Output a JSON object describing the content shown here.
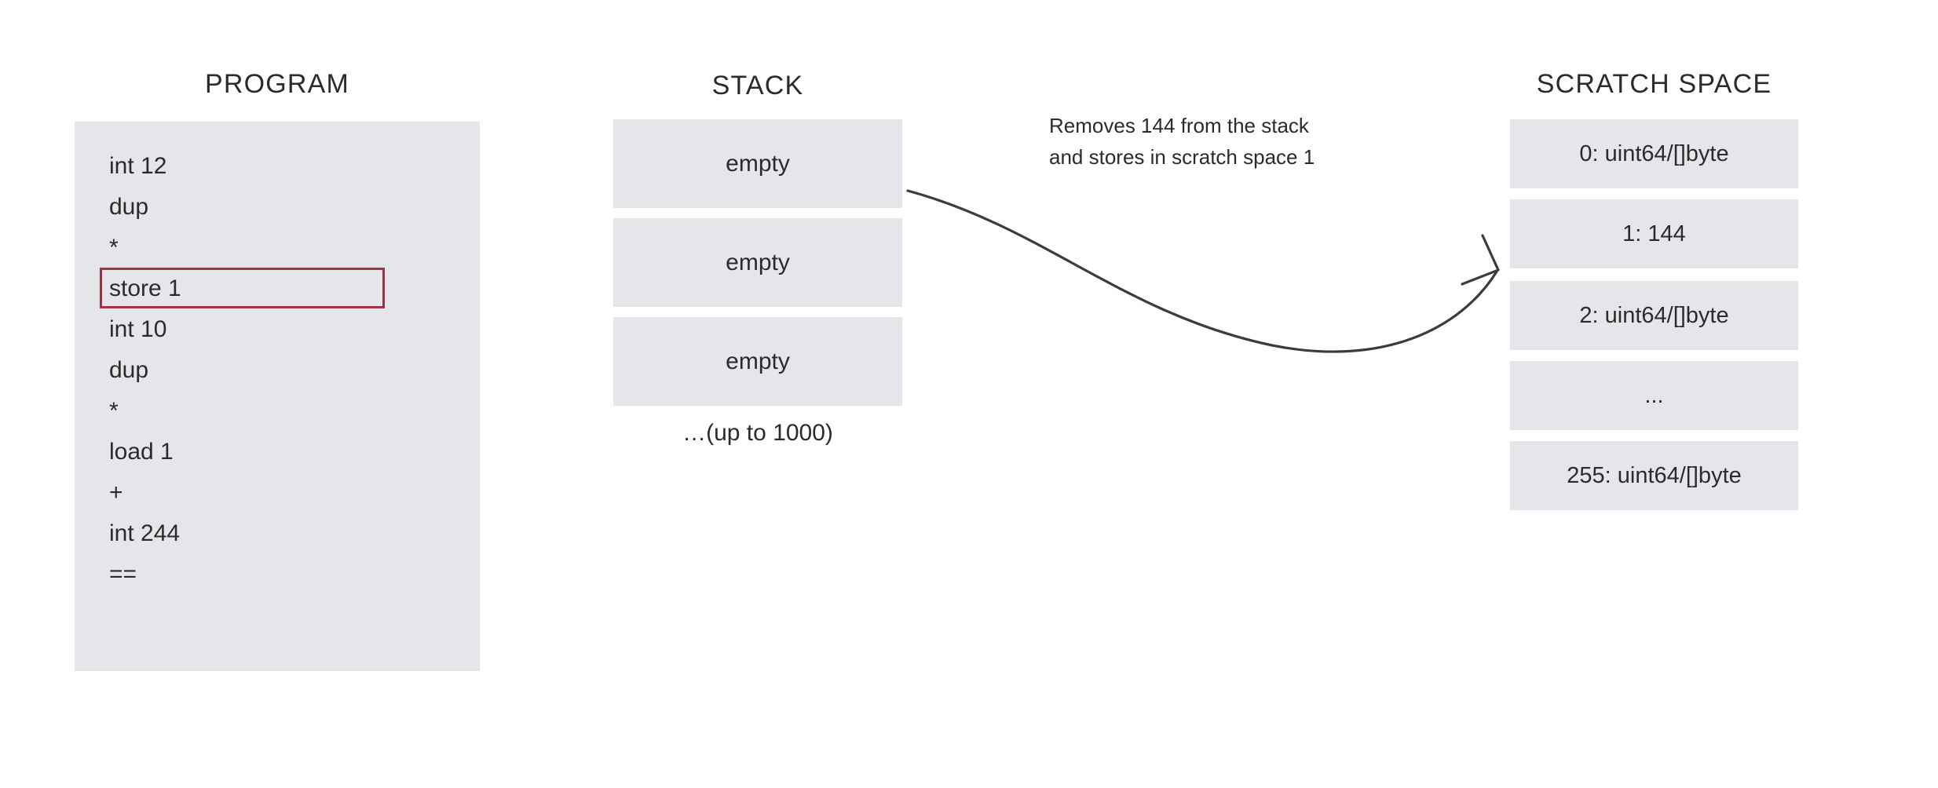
{
  "colors": {
    "panel": "#e4e6e9",
    "text": "#2b2b2b",
    "highlight": "#a33343",
    "arrow": "#3c3c3c",
    "background": "#ffffff"
  },
  "program": {
    "title": "PROGRAM",
    "highlighted_line_index": 3,
    "lines": [
      "int 12",
      "dup",
      "*",
      "store 1",
      "int 10",
      "dup",
      "*",
      "load 1",
      "+",
      "int 244",
      "=="
    ]
  },
  "stack": {
    "title": "STACK",
    "cells": [
      "empty",
      "empty",
      "empty"
    ],
    "footnote": "…(up to 1000)"
  },
  "annotation": {
    "line1": "Removes 144 from the stack",
    "line2": "and stores in scratch space 1"
  },
  "scratch_space": {
    "title": "SCRATCH SPACE",
    "cells": [
      "0: uint64/[]byte",
      "1: 144",
      "2: uint64/[]byte",
      "...",
      "255: uint64/[]byte"
    ]
  }
}
